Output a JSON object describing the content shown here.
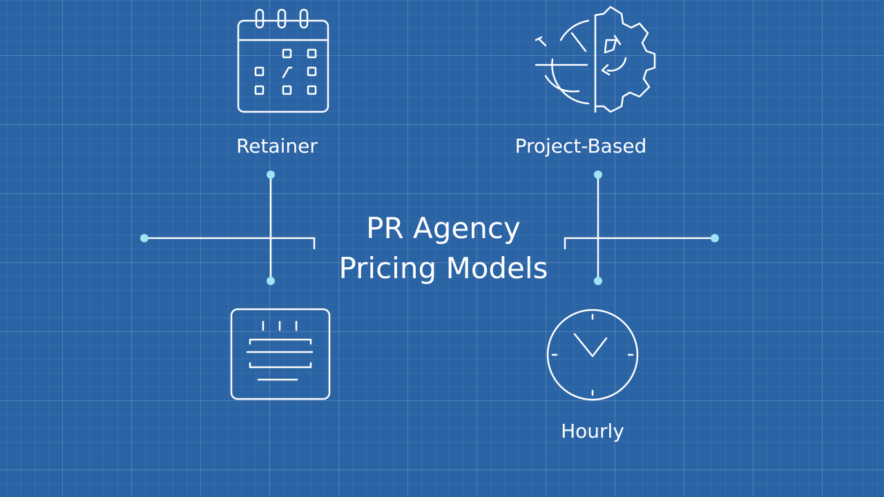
{
  "title": {
    "line1": "PR Agency",
    "line2": "Pricing Models"
  },
  "models": {
    "retainer": {
      "label": "Retainer",
      "icon": "calendar-icon"
    },
    "project_based": {
      "label": "Project-Based",
      "icon": "gear-half-icon"
    },
    "unlabeled": {
      "icon": "document-box-icon"
    },
    "hourly": {
      "label": "Hourly",
      "icon": "clock-icon"
    }
  },
  "colors": {
    "background": "#2b64a5",
    "line": "#ffffff",
    "node": "#9fe4f5"
  }
}
